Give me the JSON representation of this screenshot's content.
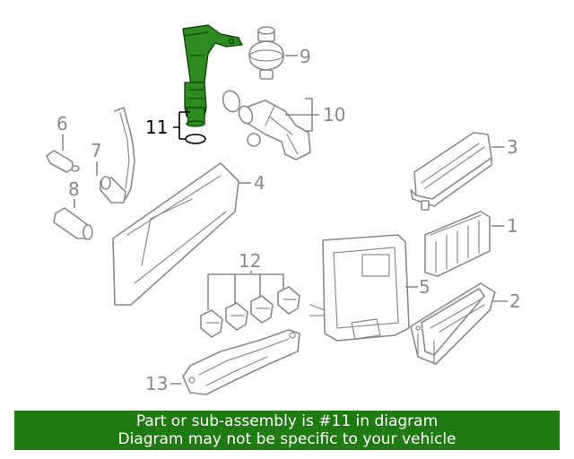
{
  "callouts": {
    "c1": "1",
    "c2": "2",
    "c3": "3",
    "c4": "4",
    "c5": "5",
    "c6": "6",
    "c7": "7",
    "c8": "8",
    "c9": "9",
    "c10": "10",
    "c11": "11",
    "c12": "12",
    "c13": "13"
  },
  "banner": {
    "line1": "Part or sub-assembly is #11 in diagram",
    "line2": "Diagram may not be specific to your vehicle"
  },
  "colors": {
    "highlight_part": "#2e8b1f",
    "banner_background": "#1f7a12",
    "line_art": "#8a8a8a"
  }
}
